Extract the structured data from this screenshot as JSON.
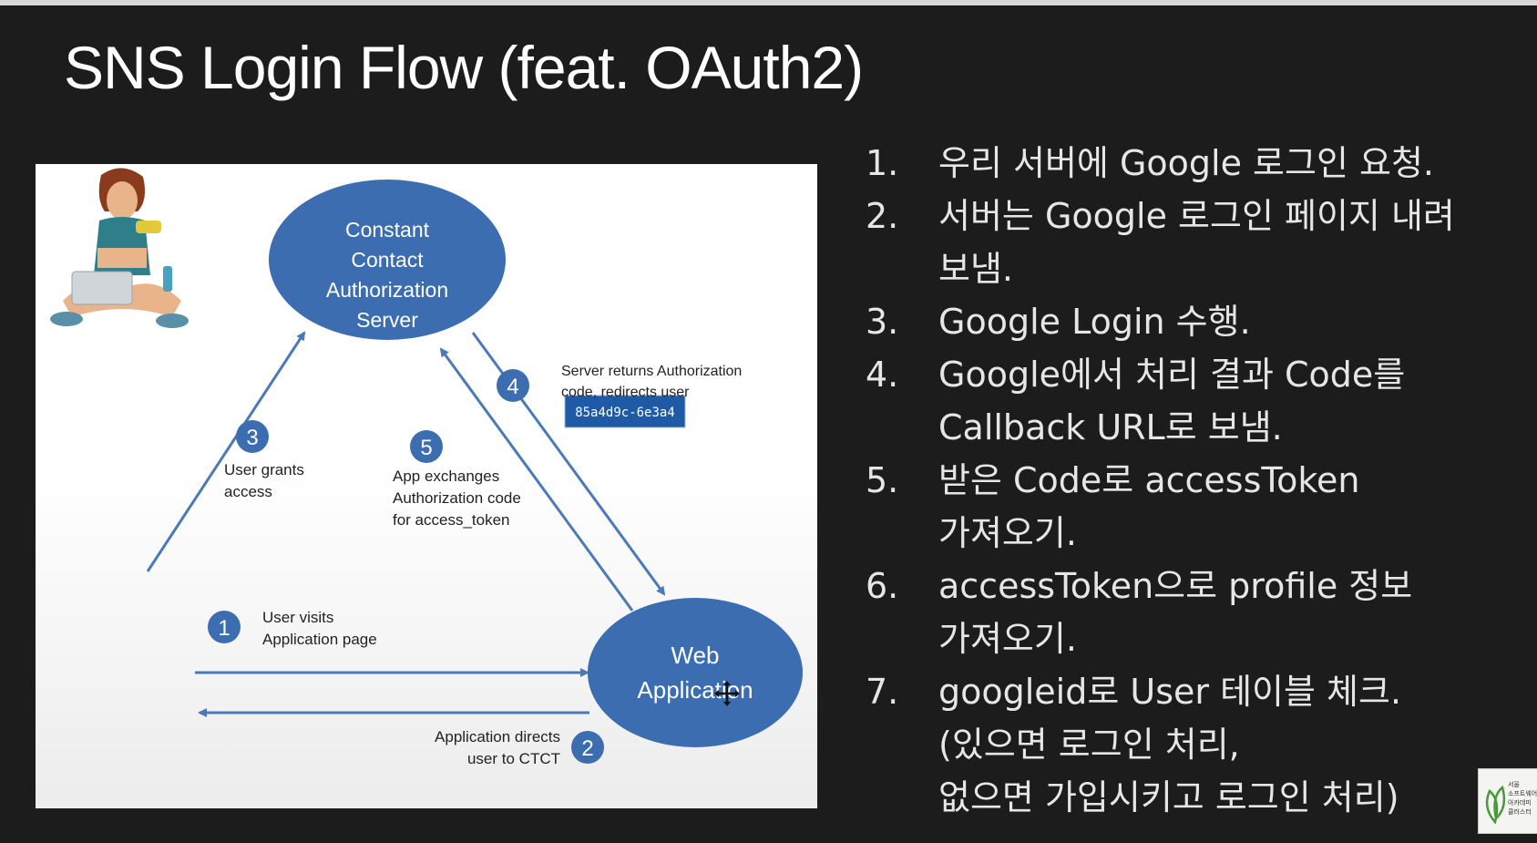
{
  "slide_title": "SNS Login Flow (feat. OAuth2)",
  "diagram": {
    "auth_server_label": [
      "Constant",
      "Contact",
      "Authorization",
      "Server"
    ],
    "web_app_label": [
      "Web",
      "Application"
    ],
    "token_chip": "85a4d9c-6e3a4",
    "steps": [
      {
        "num": "1",
        "lines": [
          "User visits",
          "Application page"
        ]
      },
      {
        "num": "2",
        "lines": [
          "Application directs",
          "user to CTCT"
        ]
      },
      {
        "num": "3",
        "lines": [
          "User  grants",
          "access"
        ]
      },
      {
        "num": "4",
        "lines": [
          "Server returns Authorization",
          "code, redirects user"
        ]
      },
      {
        "num": "5",
        "lines": [
          "App exchanges",
          "Authorization code",
          "for access_token"
        ]
      }
    ],
    "colors": {
      "node": "#3b6db0",
      "arrow": "#4a7ab8",
      "chip": "#1f5aa6"
    }
  },
  "side_steps": [
    {
      "num": "1.",
      "text": "우리 서버에 Google 로그인 요청."
    },
    {
      "num": "2.",
      "text": "서버는 Google 로그인 페이지 내려\n보냄."
    },
    {
      "num": "3.",
      "text": "Google Login 수행."
    },
    {
      "num": "4.",
      "text": "Google에서 처리 결과 Code를\nCallback URL로 보냄."
    },
    {
      "num": "5.",
      "text": "받은 Code로 accessToken\n가져오기."
    },
    {
      "num": "6.",
      "text": "accessToken으로 profile 정보\n가져오기."
    },
    {
      "num": "7.",
      "text": "googleid로 User 테이블 체크.\n(있으면 로그인 처리,\n  없으면 가입시키고 로그인 처리)"
    }
  ],
  "logo_lines": [
    "서울",
    "소프트웨어",
    "아카데미",
    "클러스터"
  ]
}
